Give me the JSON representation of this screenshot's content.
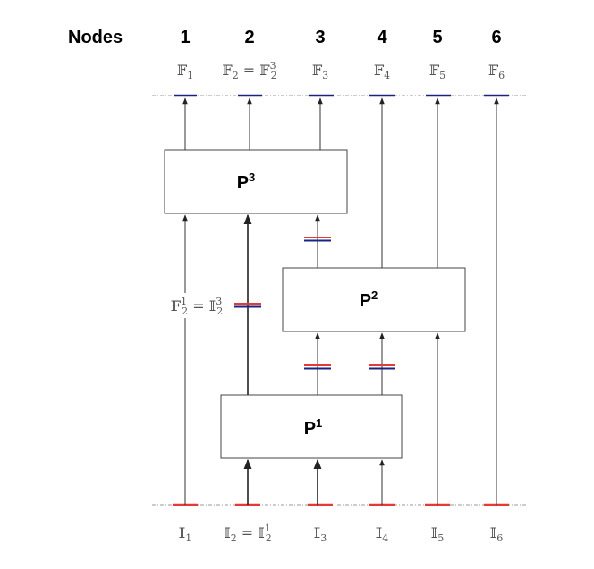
{
  "header": {
    "nodes_label": "Nodes",
    "node_numbers": [
      "1",
      "2",
      "3",
      "4",
      "5",
      "6"
    ]
  },
  "outputs": [
    "𝔽1",
    "𝔽2 = 𝔽2³",
    "𝔽3",
    "𝔽4",
    "𝔽5",
    "𝔽6"
  ],
  "inputs": [
    "𝕀1",
    "𝕀2 = 𝕀2¹",
    "𝕀3",
    "𝕀4",
    "𝕀5",
    "𝕀6"
  ],
  "processes": [
    {
      "name": "P",
      "sup": "3"
    },
    {
      "name": "P",
      "sup": "2"
    },
    {
      "name": "P",
      "sup": "1"
    }
  ],
  "mid_label": "𝔽2¹ = 𝕀2³",
  "colors": {
    "output_marker": "#1a237e",
    "input_marker": "#e53935",
    "double_marker_red": "#e53935",
    "double_marker_blue": "#1a237e",
    "dash_line": "#999999"
  }
}
